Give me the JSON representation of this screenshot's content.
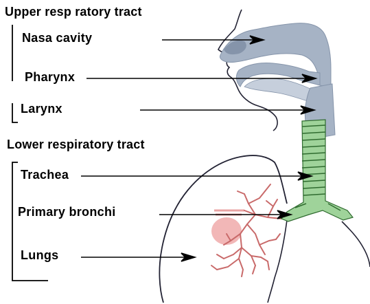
{
  "groups": {
    "upper": {
      "title": "Upper resp ratory tract",
      "items": [
        "Nasa cavity",
        "Pharynx",
        "Larynx"
      ]
    },
    "lower": {
      "title": "Lower respiratory tract",
      "items": [
        "Trachea",
        "Primary bronchi",
        "Lungs"
      ]
    }
  },
  "colors": {
    "airway_blue": "#a6b3c5",
    "airway_blue_dark": "#8594aa",
    "trachea_green": "#9fd39a",
    "trachea_ring": "#2f6b2f",
    "bronchi_red": "#c96a6a",
    "heart_pink": "#f2b7b7",
    "outline": "#222233"
  },
  "icons": [
    "arrow-right-icon"
  ]
}
